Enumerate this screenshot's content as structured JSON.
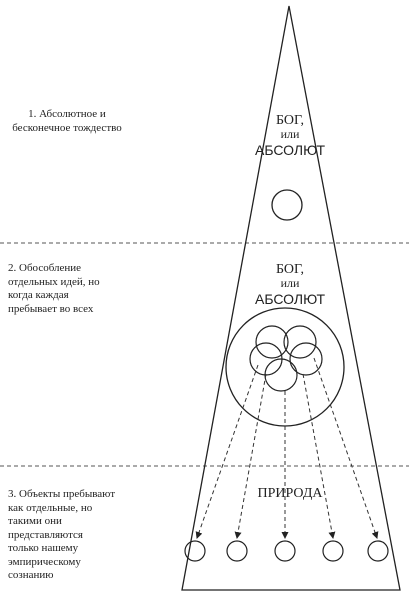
{
  "stages": [
    {
      "text": "1. Абсолютное и бесконечное тождество"
    },
    {
      "text": "2. Обособление отдельных идей, но когда каждая пребывает во всех"
    },
    {
      "text": "3. Объекты пребывают как отдельные, но такими они представляются только нашему эмпирическому сознанию"
    }
  ],
  "god_block_1": {
    "line1": "БОГ,",
    "line2": "или",
    "line3": "АБСОЛЮТ"
  },
  "god_block_2": {
    "line1": "БОГ,",
    "line2": "или",
    "line3": "АБСОЛЮТ"
  },
  "nature_label": "ПРИРОДА",
  "colors": {
    "stroke": "#222222",
    "background": "#ffffff"
  }
}
